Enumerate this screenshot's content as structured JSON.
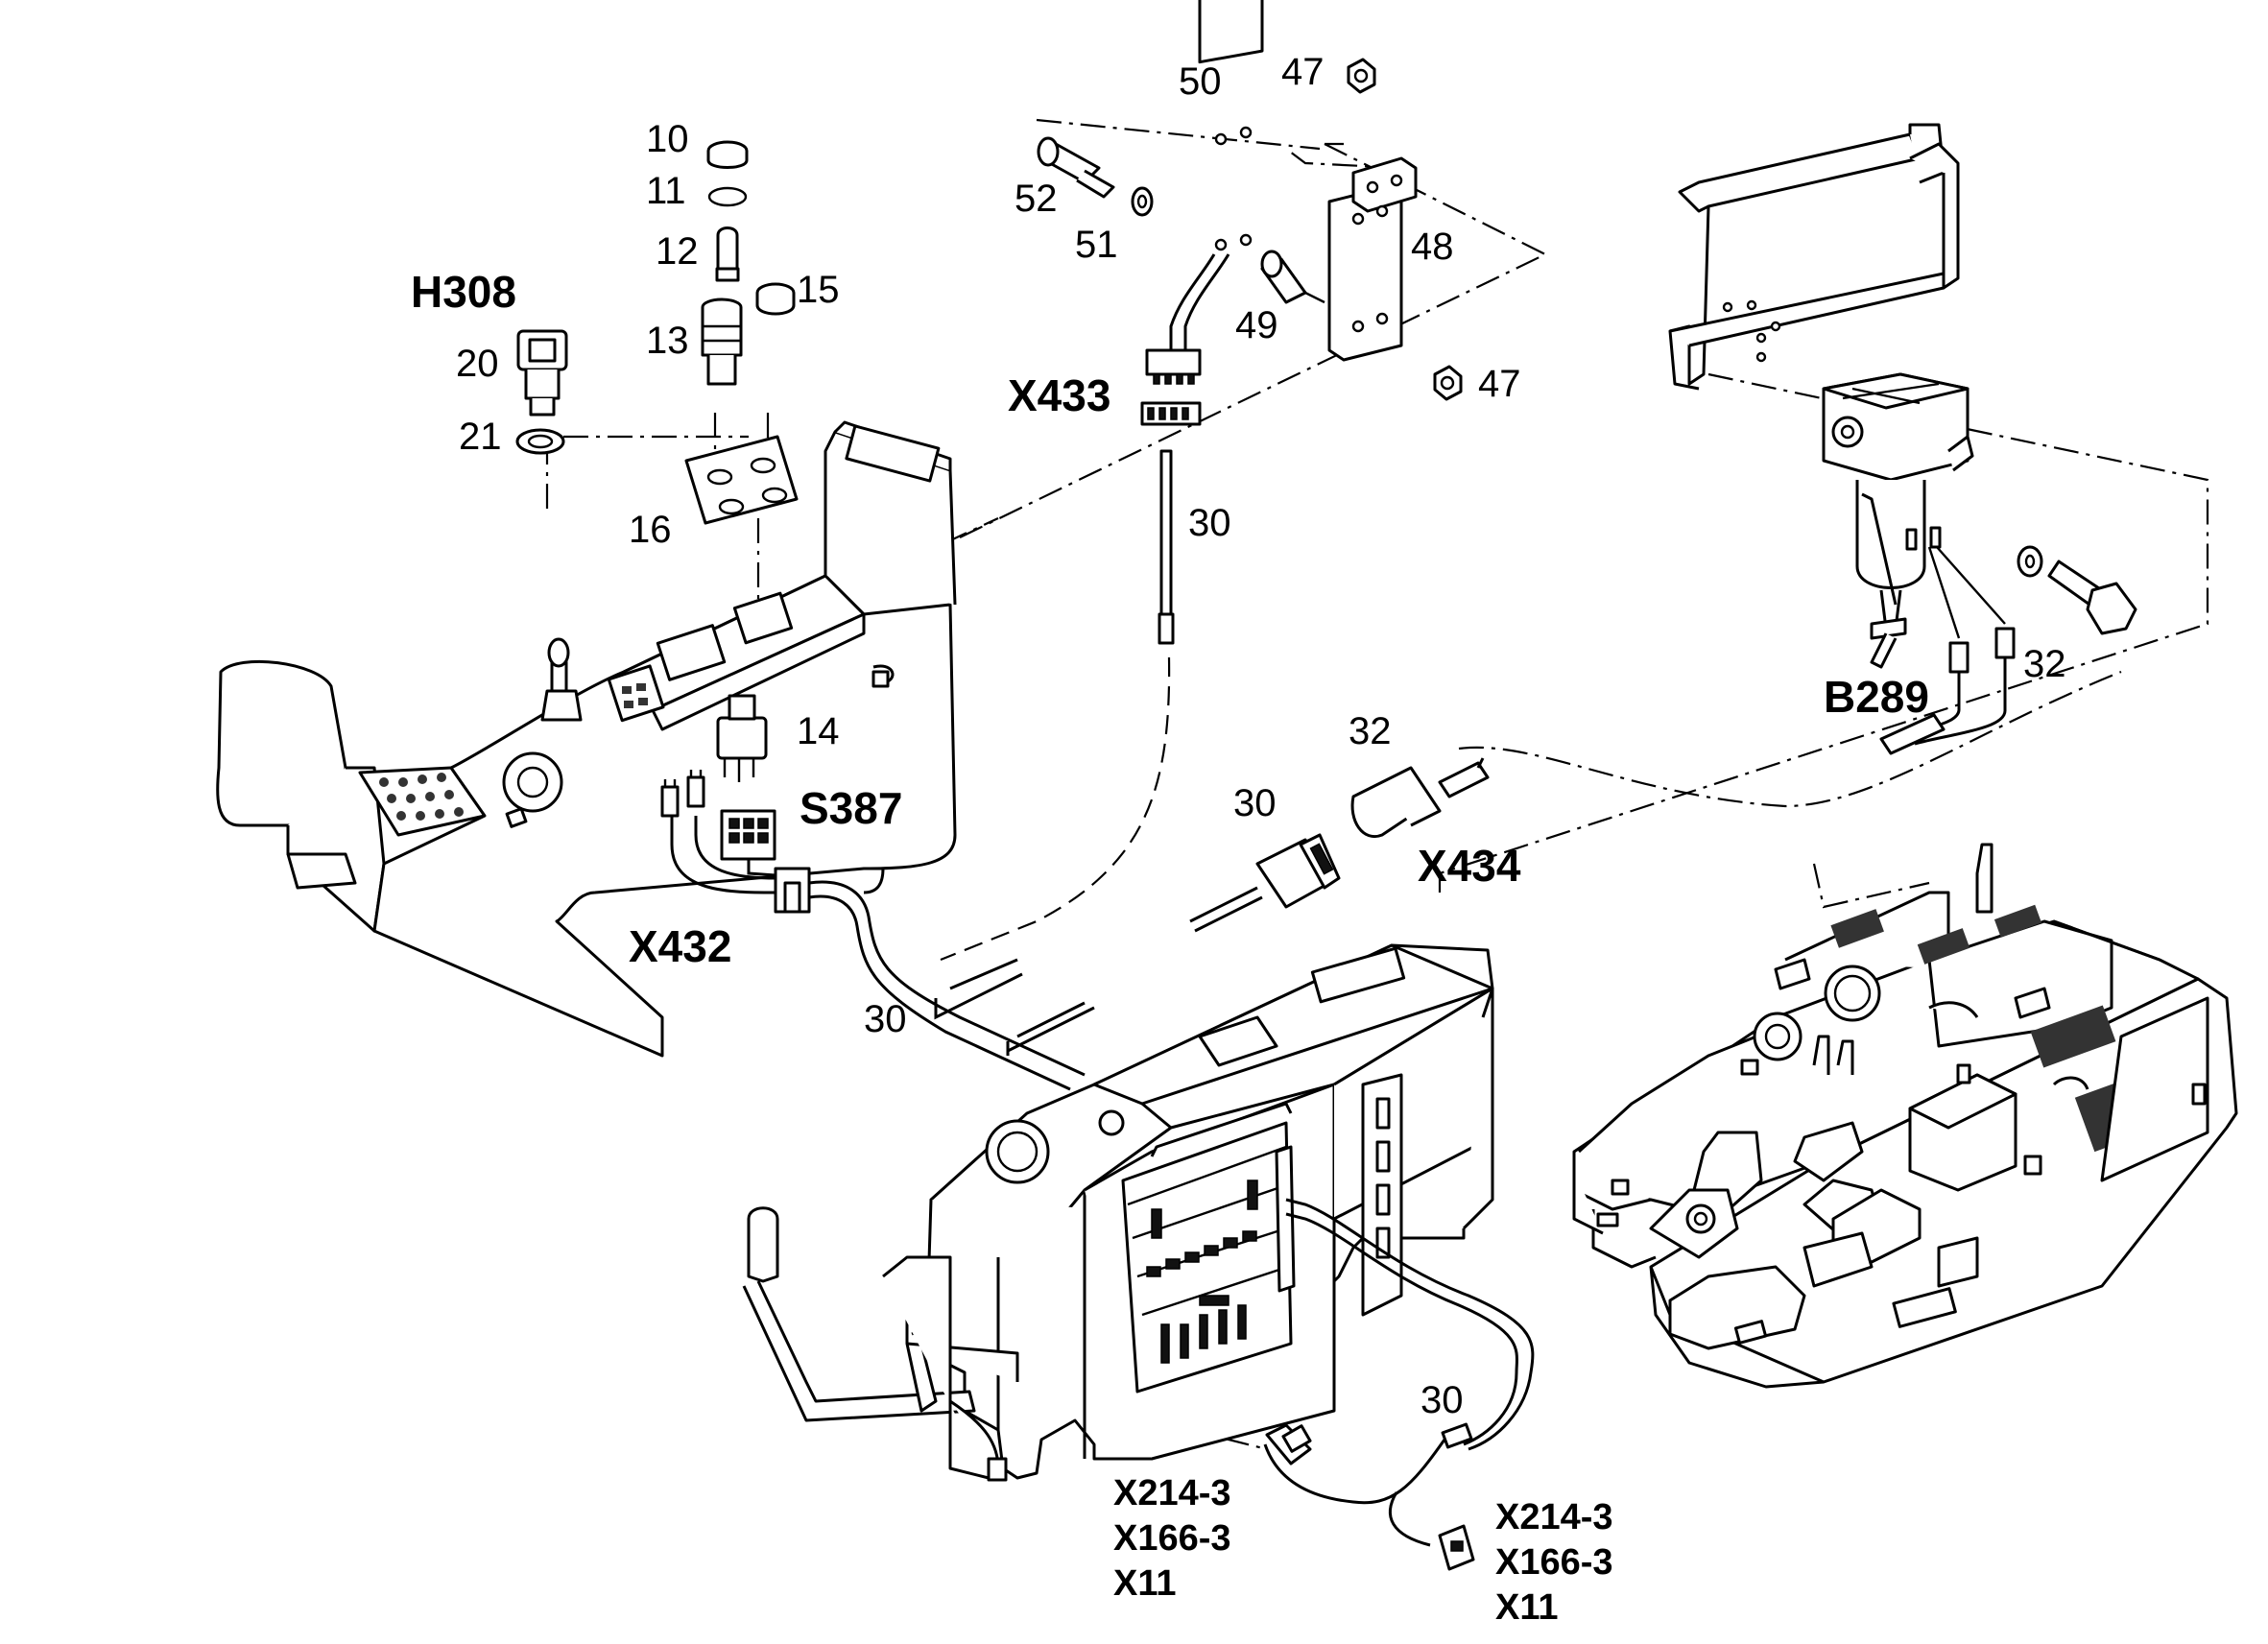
{
  "callouts": {
    "n10": "10",
    "n11": "11",
    "n12": "12",
    "n13": "13",
    "n14": "14",
    "n15": "15",
    "n16": "16",
    "n20": "20",
    "n21": "21",
    "n30a": "30",
    "n30b": "30",
    "n30c": "30",
    "n30d": "30",
    "n32a": "32",
    "n32b": "32",
    "n47a": "47",
    "n47b": "47",
    "n48": "48",
    "n49": "49",
    "n50": "50",
    "n51": "51",
    "n52": "52"
  },
  "designations": {
    "h308": "H308",
    "s387": "S387",
    "x432": "X432",
    "x433": "X433",
    "x434": "X434",
    "b289": "B289",
    "left_connector_label": [
      "X214-3",
      "X166-3",
      "X11"
    ],
    "right_connector_label": [
      "X214-3",
      "X166-3",
      "X11"
    ]
  }
}
